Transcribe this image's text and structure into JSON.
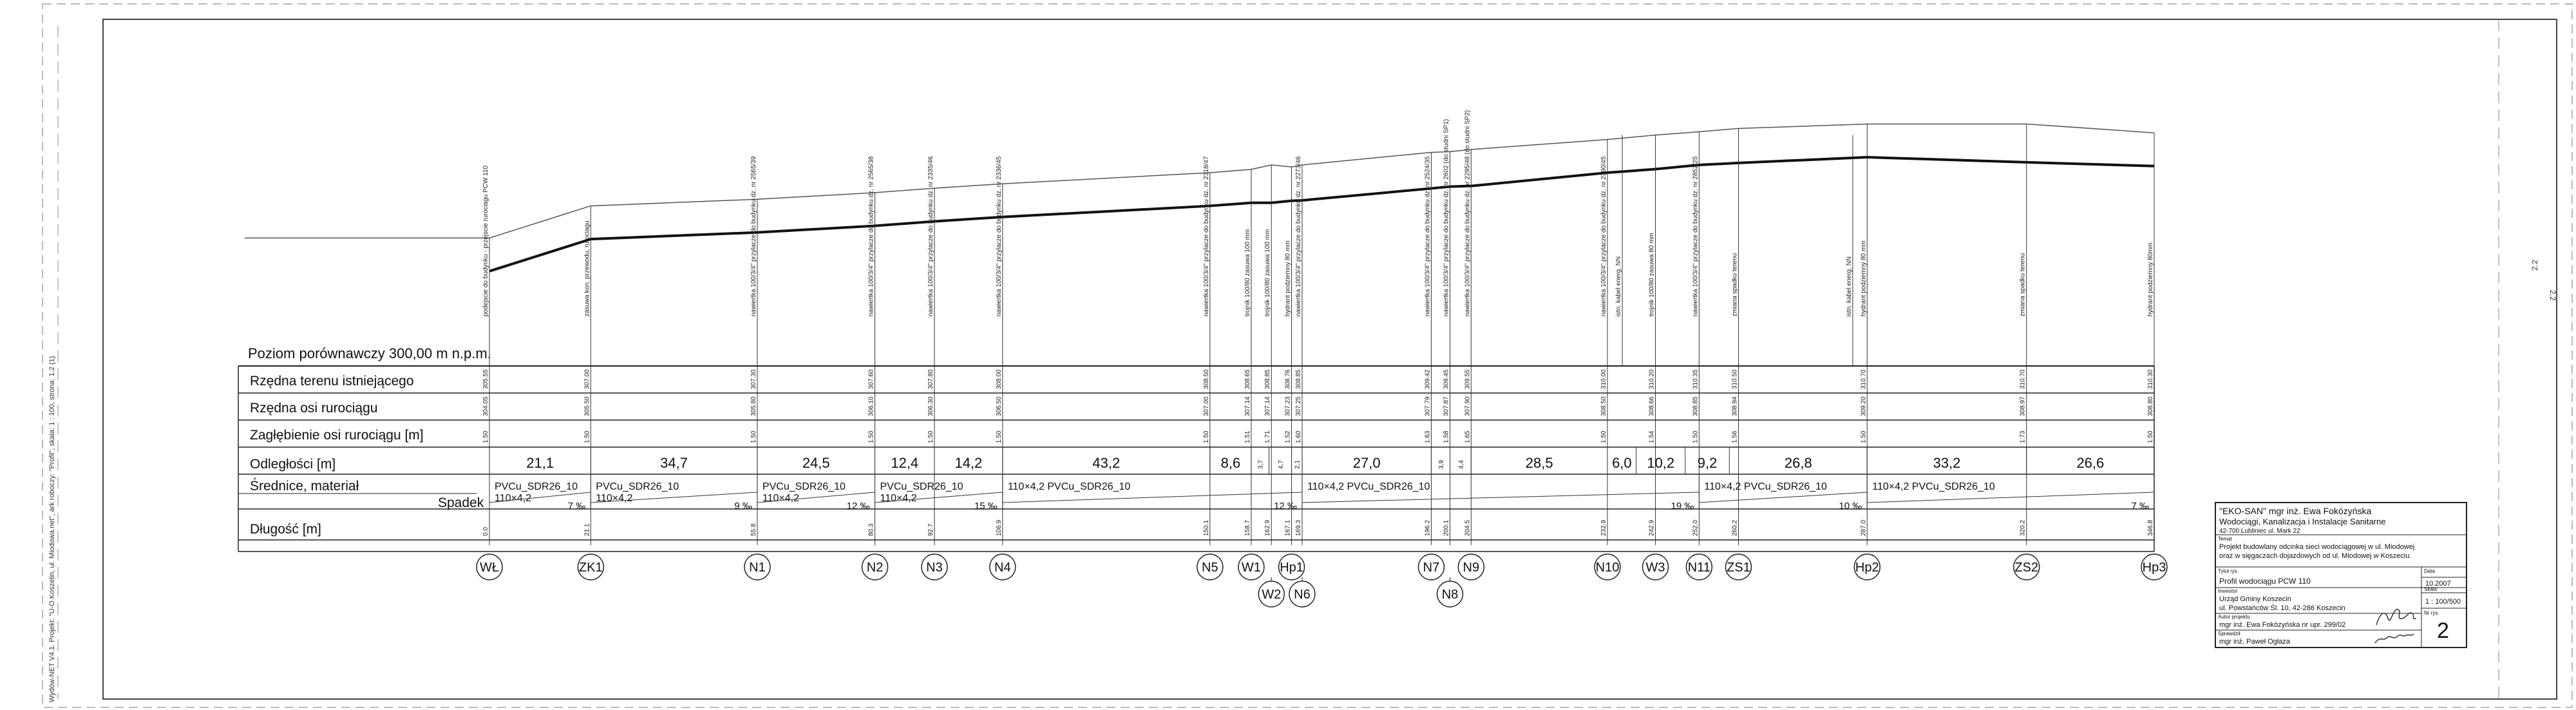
{
  "side_texts": {
    "left": "Wydów-NET V4.1. Projekt: \"U-O Koszelin, ul. Miodowa.net\", ark roboczy: \"Profil\", skala: 1 : 100, strona: 1.2 (1)",
    "right_top": "2.2",
    "right_mid": "2.2"
  },
  "reference_level": "Poziom porównawczy 300,00 m n.p.m.",
  "rows": {
    "terrain": "Rzędna terenu istniejącego",
    "axis": "Rzędna osi rurociągu",
    "depth": "Zagłębienie osi rurociągu [m]",
    "distance": "Odległości [m]",
    "diameter": "Średnice, materiał",
    "slope": "Spadek",
    "length": "Długość [m]"
  },
  "nodes": [
    {
      "id": "WŁ",
      "chain": "0.0",
      "terrain": "305.55",
      "axis": "304.05",
      "depth": "1.50",
      "note": "podejscie do budynku - przejscie rurociagu PCW 110"
    },
    {
      "id": "ZK1",
      "chain": "21.1",
      "terrain": "307.00",
      "axis": "305.50",
      "depth": "1.50",
      "note": "zasuwa kon. przewodu, rurociagu"
    },
    {
      "id": "N1",
      "chain": "55.8",
      "terrain": "307.30",
      "axis": "305.80",
      "depth": "1.50",
      "note": "nawiertka 100/3/4\" przylacze do budynku dz. nr 2565/39"
    },
    {
      "id": "N2",
      "chain": "80.3",
      "terrain": "307.60",
      "axis": "306.10",
      "depth": "1.50",
      "note": "nawiertka 100/3/4\" przylacze do budynku dz. nr 2565/38"
    },
    {
      "id": "N3",
      "chain": "92.7",
      "terrain": "307.80",
      "axis": "306.30",
      "depth": "1.50",
      "note": "nawiertka 100/3/4\" przylacze do budynku dz. nr 2335/46"
    },
    {
      "id": "N4",
      "chain": "106.9",
      "terrain": "308.00",
      "axis": "306.50",
      "depth": "1.50",
      "note": "nawiertka 100/3/4\" przylacze do budynku dz. nr 2336/45"
    },
    {
      "id": "N5",
      "chain": "150.1",
      "terrain": "308.50",
      "axis": "307.00",
      "depth": "1.50",
      "note": "nawiertka 100/3/4\" przylacze do budynku dz. nr 2318/47"
    },
    {
      "id": "W1",
      "chain": "158.7",
      "terrain": "308.65",
      "axis": "307.14",
      "depth": "1.51",
      "note": "trojnik 100/80 zasuwa 100 mm"
    },
    {
      "id": "W2",
      "chain": "162.9",
      "terrain": "308.85",
      "axis": "307.14",
      "depth": "1.71",
      "note": "trojnik 100/80 zasuwa 100 mm"
    },
    {
      "id": "Hp1",
      "chain": "167.1",
      "terrain": "308.76",
      "axis": "307.23",
      "depth": "1.52",
      "note": "hydrant podziemny 80 mm"
    },
    {
      "id": "N6",
      "chain": "169.3",
      "terrain": "308.85",
      "axis": "307.25",
      "depth": "1.60",
      "note": "nawiertka 100/3/4\" przylacze do budynku dz. nr 2273/46"
    },
    {
      "id": "N7",
      "chain": "196.2",
      "terrain": "309.42",
      "axis": "307.79",
      "depth": "1.63",
      "note": "nawiertka 100/3/4\" przylacze do budynku dz. nr 2524/35"
    },
    {
      "id": "N8",
      "chain": "200.1",
      "terrain": "309.45",
      "axis": "307.87",
      "depth": "1.58",
      "note": "nawiertka 100/3/4\" przylacze do budynku dz. nr 2602 (do studni SP1)"
    },
    {
      "id": "N9",
      "chain": "204.5",
      "terrain": "309.55",
      "axis": "307.90",
      "depth": "1.65",
      "note": "nawiertka 100/3/4\" przylacze do budynku dz. nr 2295/48 (do studni SP2)"
    },
    {
      "id": "N10",
      "chain": "232.9",
      "terrain": "310.00",
      "axis": "308.50",
      "depth": "1.50",
      "note": "nawiertka 100/3/4\" przylacze do budynku dz. nr 2390/45"
    },
    {
      "id": "W3",
      "chain": "242.9",
      "terrain": "310.20",
      "axis": "308.66",
      "depth": "1.54",
      "note": "trojnik 100/80 zasuwa 80 mm"
    },
    {
      "id": "N11",
      "chain": "252.0",
      "terrain": "310.35",
      "axis": "308.85",
      "depth": "1.50",
      "note": "nawiertka 100/3/4\" przylacze do budynku dz. nr 2852/25"
    },
    {
      "id": "ZS1",
      "chain": "260.2",
      "terrain": "310.50",
      "axis": "308.94",
      "depth": "1.56",
      "note": "zmiana spadku terenu"
    },
    {
      "id": "Hp2",
      "chain": "287.0",
      "terrain": "310.70",
      "axis": "309.20",
      "depth": "1.50",
      "note": "hydrant podziemny 80 mm"
    },
    {
      "id": "ZS2",
      "chain": "320.2",
      "terrain": "310.70",
      "axis": "308.97",
      "depth": "1.73",
      "note": "zmiana spadku terenu"
    },
    {
      "id": "Hp3",
      "chain": "346.8",
      "terrain": "310.30",
      "axis": "308.80",
      "depth": "1.50",
      "note": "hydrant podziemny 80mm"
    }
  ],
  "extra_notes": [
    {
      "text": "istn. kabel energ. NN",
      "chain": "236.0"
    },
    {
      "text": "istn. kabel energ. NN",
      "chain": "284.0"
    }
  ],
  "distances": [
    {
      "text": "21,1",
      "from": 0,
      "to": 21.1
    },
    {
      "text": "34,7",
      "from": 21.1,
      "to": 55.8
    },
    {
      "text": "24,5",
      "from": 55.8,
      "to": 80.3
    },
    {
      "text": "12,4",
      "from": 80.3,
      "to": 92.7
    },
    {
      "text": "14,2",
      "from": 92.7,
      "to": 106.9
    },
    {
      "text": "43,2",
      "from": 106.9,
      "to": 150.1
    },
    {
      "text": "8,6",
      "from": 150.1,
      "to": 158.7
    },
    {
      "text": "3,7",
      "from": 158.7,
      "to": 162.4
    },
    {
      "text": "4,7",
      "from": 162.4,
      "to": 167.1
    },
    {
      "text": "2,1",
      "from": 167.1,
      "to": 169.3
    },
    {
      "text": "27,0",
      "from": 169.3,
      "to": 196.2
    },
    {
      "text": "3,9",
      "from": 196.2,
      "to": 200.1
    },
    {
      "text": "4,4",
      "from": 200.1,
      "to": 204.5
    },
    {
      "text": "28,5",
      "from": 204.5,
      "to": 232.9
    },
    {
      "text": "6,0",
      "from": 232.9,
      "to": 238.9
    },
    {
      "text": "10,2",
      "from": 238.9,
      "to": 249.1
    },
    {
      "text": "9,2",
      "from": 249.1,
      "to": 258.3
    },
    {
      "text": "26,8",
      "from": 258.3,
      "to": 287.0
    },
    {
      "text": "33,2",
      "from": 287.0,
      "to": 320.2
    },
    {
      "text": "26,6",
      "from": 320.2,
      "to": 346.8
    }
  ],
  "pipes": [
    {
      "text": "PVCu_SDR26_10",
      "text2": "110×4,2",
      "from": 0,
      "to": 21.1
    },
    {
      "text": "PVCu_SDR26_10",
      "text2": "110×4,2",
      "from": 21.1,
      "to": 55.8
    },
    {
      "text": "PVCu_SDR26_10",
      "text2": "110×4,2",
      "from": 55.8,
      "to": 80.3
    },
    {
      "text": "PVCu_SDR26_10",
      "text2": "110×4,2",
      "from": 80.3,
      "to": 106.9
    },
    {
      "text": "110×4,2 PVCu_SDR26_10",
      "text2": "",
      "from": 106.9,
      "to": 169.3
    },
    {
      "text": "110×4,2 PVCu_SDR26_10",
      "text2": "",
      "from": 169.3,
      "to": 252.0
    },
    {
      "text": "110×4,2 PVCu_SDR26_10",
      "text2": "",
      "from": 252.0,
      "to": 287.0
    },
    {
      "text": "110×4,2 PVCu_SDR26_10",
      "text2": "",
      "from": 287.0,
      "to": 346.8
    }
  ],
  "slopes": [
    {
      "text": "7 ‰",
      "from": 0,
      "to": 21.1
    },
    {
      "text": "9 ‰",
      "from": 21.1,
      "to": 55.8
    },
    {
      "text": "12 ‰",
      "from": 55.8,
      "to": 80.3
    },
    {
      "text": "15 ‰",
      "from": 80.3,
      "to": 106.9
    },
    {
      "text": "12 ‰",
      "from": 106.9,
      "to": 169.3
    },
    {
      "text": "19 ‰",
      "from": 169.3,
      "to": 252.0
    },
    {
      "text": "10 ‰",
      "from": 252.0,
      "to": 287.0
    },
    {
      "text": "7 ‰",
      "from": 287.0,
      "to": 346.8
    }
  ],
  "bubbles_row1": [
    "WŁ",
    "ZK1",
    "N1",
    "N2",
    "N3",
    "N4",
    "N5",
    "W1",
    "Hp1",
    "N7",
    "N9",
    "N10",
    "W3",
    "N11",
    "ZS1",
    "Hp2",
    "ZS2",
    "Hp3"
  ],
  "bubbles_row2": [
    "W2",
    "N6",
    "N8"
  ],
  "title_block": {
    "company": "\"EKO-SAN\" mgr inż. Ewa Fokózyńska",
    "company2": "Wodociągi, Kanalizacja i Instalacje Sanitarne",
    "address": "42-700 Lubliniec ul. Mark 22",
    "label_temat": "Temat",
    "project": "Projekt budowlany odcinka sieci wodociągowej w ul. Miodowej",
    "project2": "oraz w sięgaczach dojazdowych od ul. Miodowej w Koszeciu.",
    "label_tytul": "Tytuł rys.",
    "label_data": "Data",
    "drawing": "Profil wodociągu PCW 110",
    "date": "10.2007",
    "label_inwestor": "Inwestor",
    "label_skala": "Skala",
    "investor": "Urząd Gminy Koszecin",
    "investor2": "ul. Powstańców Śl. 10, 42-286 Koszecin",
    "scale": "1 : 100/500",
    "label_autor": "Autor projektu",
    "author": "mgr inż. Ewa Fokózyńska nr upr. 299/02",
    "label_rys": "Nr rys.",
    "label_sprawdzil": "Sprawdził",
    "checker": "mgr inż. Paweł Ogłaza",
    "sheet_no": "2"
  }
}
